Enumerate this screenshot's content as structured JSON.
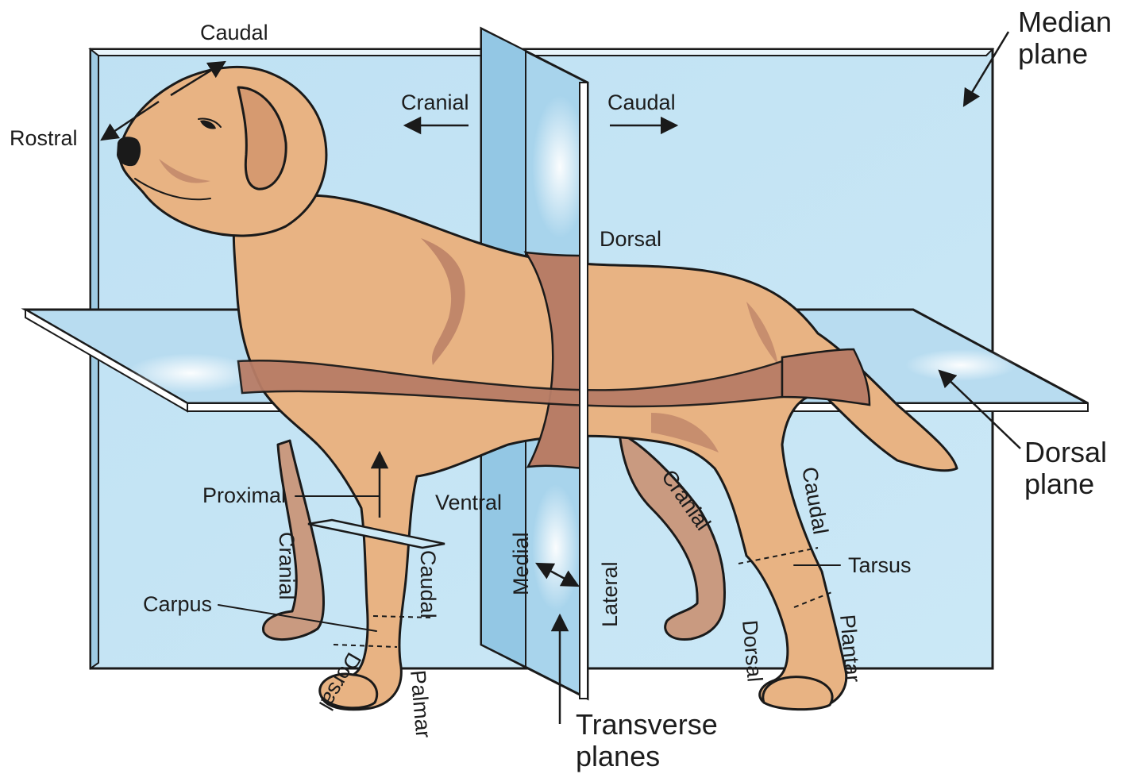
{
  "colors": {
    "plane_fill": "#c6e5f4",
    "plane_edge": "#1a1a1a",
    "dog_fur": "#e8b383",
    "dog_shade": "#b07560",
    "band": "#b87d66"
  },
  "labels": {
    "head_caudal": "Caudal",
    "rostral": "Rostral",
    "cranial_top": "Cranial",
    "caudal_top": "Caudal",
    "dorsal_back": "Dorsal",
    "median_plane_1": "Median",
    "median_plane_2": "plane",
    "dorsal_plane_1": "Dorsal",
    "dorsal_plane_2": "plane",
    "proximal": "Proximal",
    "ventral": "Ventral",
    "cranial_foreleg": "Cranial",
    "caudal_foreleg": "Caudal",
    "carpus": "Carpus",
    "dorsal_forepaw": "Dorsal",
    "palmar": "Palmar",
    "medial": "Medial",
    "lateral": "Lateral",
    "transverse_1": "Transverse",
    "transverse_2": "planes",
    "cranial_hindleg": "Cranial",
    "caudal_hindleg": "Caudal",
    "tarsus": "Tarsus",
    "dorsal_hindpaw": "Dorsal",
    "plantar": "Plantar"
  }
}
